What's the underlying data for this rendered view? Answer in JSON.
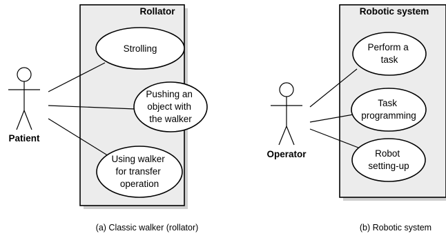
{
  "left": {
    "system_title": "Rollator",
    "actor": "Patient",
    "use_cases": [
      {
        "lines": [
          "Strolling"
        ]
      },
      {
        "lines": [
          "Pushing an",
          "object with",
          "the walker"
        ]
      },
      {
        "lines": [
          "Using walker",
          "for transfer",
          "operation"
        ]
      }
    ],
    "caption": "(a) Classic walker (rollator)"
  },
  "right": {
    "system_title": "Robotic system",
    "actor": "Operator",
    "use_cases": [
      {
        "lines": [
          "Perform a",
          "task"
        ]
      },
      {
        "lines": [
          "Task",
          "programming"
        ]
      },
      {
        "lines": [
          "Robot",
          "setting-up"
        ]
      }
    ],
    "caption": "(b) Robotic system"
  }
}
